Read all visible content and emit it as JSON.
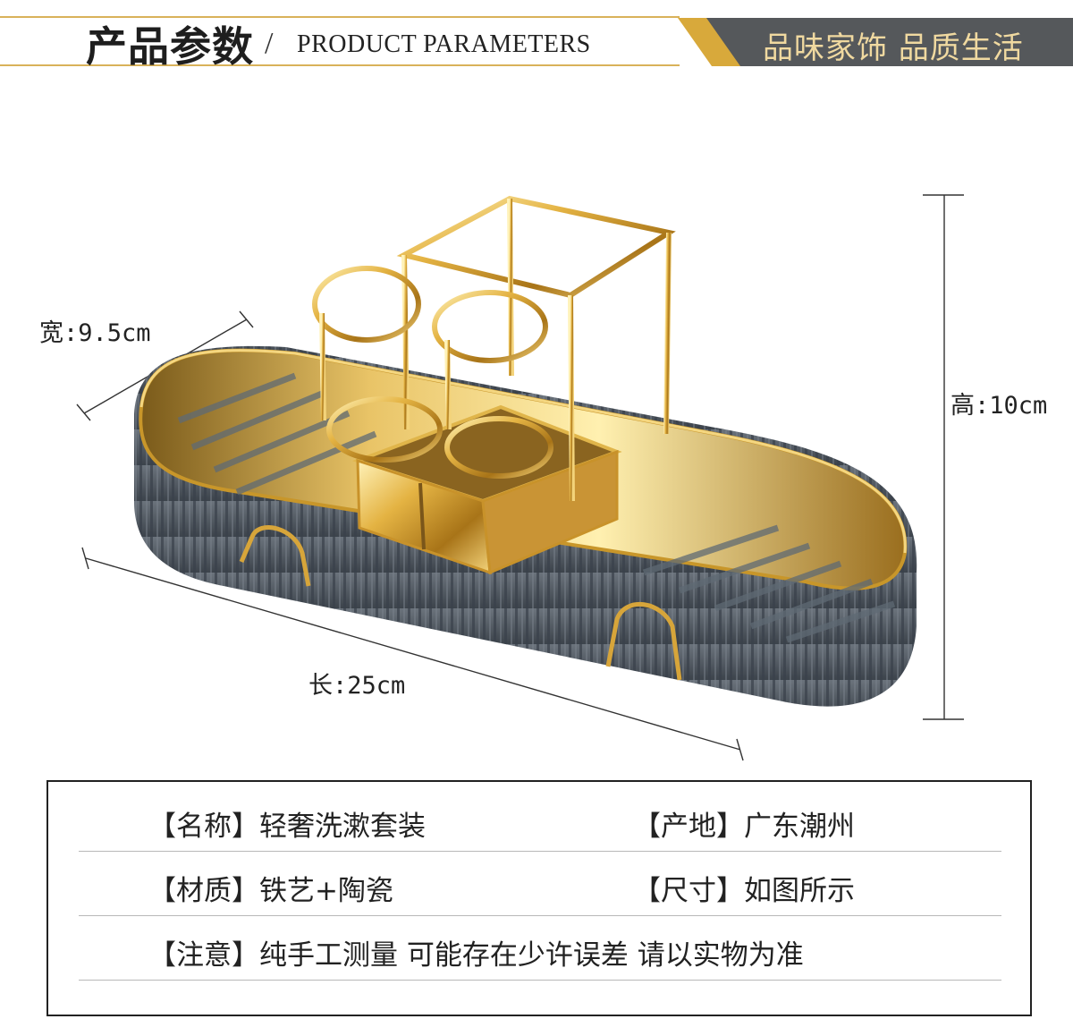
{
  "header": {
    "title_cn": "产品参数",
    "separator": "/",
    "title_en": "PRODUCT PARAMETERS",
    "slogan": "品味家饰 品质生活",
    "colors": {
      "dark_band": "#55585b",
      "gold": "#d8a93b",
      "slogan_text": "#f0d9a0"
    }
  },
  "dimensions": {
    "width_label": "宽:9.5cm",
    "height_label": "高:10cm",
    "length_label": "长:25cm"
  },
  "params": {
    "row1": {
      "left": "【名称】轻奢洗漱套装",
      "right": "【产地】广东潮州"
    },
    "row2": {
      "left": "【材质】铁艺+陶瓷",
      "right": "【尺寸】如图所示"
    },
    "row3": {
      "left": "【注意】纯手工测量 可能存在少许误差 请以实物为准"
    }
  },
  "icons": {
    "product_image": "ceramic-tray-gold-rack-illustration"
  }
}
